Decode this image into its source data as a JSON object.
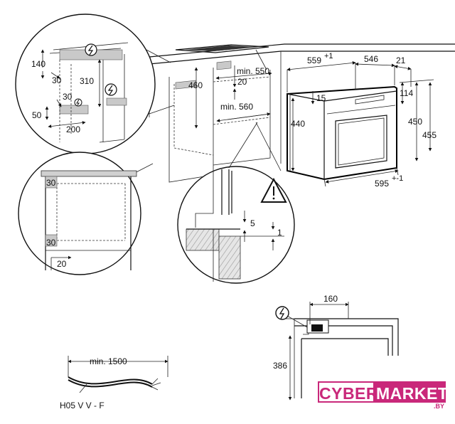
{
  "diagram": {
    "top_circle": {
      "dims": {
        "d140": "140",
        "d30a": "30",
        "d310": "310",
        "d30b": "30",
        "d50": "50",
        "d200": "200"
      },
      "icon": "electrical-socket-icon"
    },
    "cabinet": {
      "dims": {
        "d460": "460",
        "d20": "20",
        "min550": "min. 550",
        "min560": "min. 560"
      }
    },
    "oven": {
      "dims": {
        "d559": "559",
        "d559_tol": "+1",
        "d546": "546",
        "d21": "21",
        "d15": "15",
        "d114": "114",
        "d440": "440",
        "d450": "450",
        "d455": "455",
        "d595": "595",
        "d595_tol": "+-1"
      }
    },
    "left_circle": {
      "dims": {
        "d30a": "30",
        "d30b": "30",
        "d20": "20"
      }
    },
    "right_circle": {
      "dims": {
        "d5": "5",
        "d1": "1"
      },
      "icon": "warning-triangle-icon"
    },
    "cable": {
      "min_length": "min. 1500",
      "type": "H05 V V - F"
    },
    "bottom_right": {
      "dims": {
        "d160": "160",
        "d386": "386"
      },
      "icon": "electrical-socket-icon"
    }
  },
  "logo": {
    "left": "CYBER",
    "right": "MARKET",
    "sub": ".BY",
    "color": "#c9287a"
  }
}
